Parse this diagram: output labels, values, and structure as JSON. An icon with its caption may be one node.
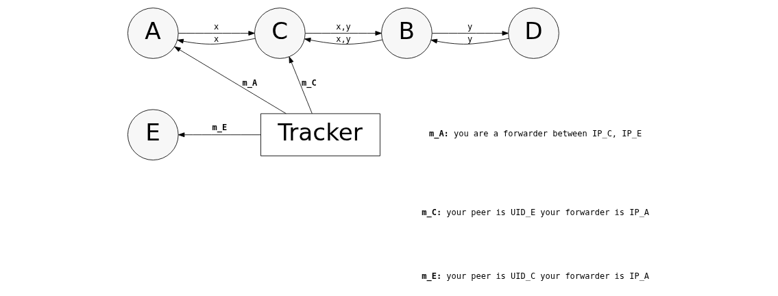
{
  "diagram": {
    "nodes": [
      {
        "text": [
          "A"
        ]
      },
      {
        "text": [
          "C"
        ]
      },
      {
        "text": [
          "B"
        ]
      },
      {
        "text": [
          "D"
        ]
      },
      {
        "text": [
          "E"
        ]
      },
      {
        "text": [
          "Tracker"
        ]
      }
    ],
    "edges": [
      {
        "from": 0,
        "to": 1,
        "arrow": "to",
        "label": "x"
      },
      {
        "from": 1,
        "to": 0,
        "arrow": "to",
        "label": "x"
      },
      {
        "from": 1,
        "to": 2,
        "arrow": "to",
        "label": "x,y"
      },
      {
        "from": 2,
        "to": 1,
        "arrow": "to",
        "label": "x,y"
      },
      {
        "from": 2,
        "to": 3,
        "arrow": "to",
        "label": "y"
      },
      {
        "from": 3,
        "to": 2,
        "arrow": "to",
        "label": "y"
      },
      {
        "from": 5,
        "to": 0,
        "arrow": "to",
        "label": "m_A"
      },
      {
        "from": 5,
        "to": 1,
        "arrow": "to",
        "label": "m_C"
      },
      {
        "from": 5,
        "to": 4,
        "arrow": "to",
        "label": "m_E"
      }
    ],
    "labels": [
      "**m_A:** you are a forwarder between IP_C, IP_E",
      "**m_C:** your peer is UID_E your forwarder is IP_A",
      "**m_E:** your peer is UID_C your forwarder is IP_A"
    ]
  }
}
